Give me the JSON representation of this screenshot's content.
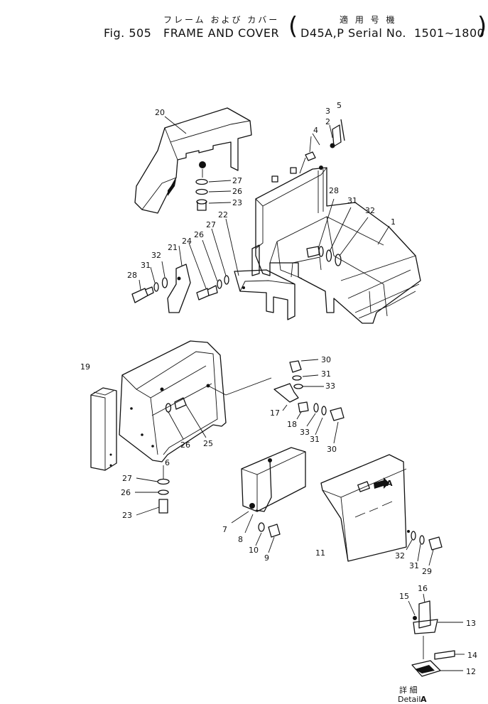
{
  "header": {
    "fig_label": "Fig. 505",
    "title_jp": "フレーム および カバー",
    "title_en": "FRAME AND COVER",
    "applic_jp": "適 用 号 機",
    "model": "D45A,P",
    "serial_label": "Serial No.",
    "serial_range": "1501∼1800"
  },
  "detail": {
    "label_jp": "詳 細",
    "label_en": "Detail",
    "letter": "A"
  },
  "arrow_label": "A",
  "callouts": [
    {
      "id": "c20",
      "text": "20"
    },
    {
      "id": "c4",
      "text": "4"
    },
    {
      "id": "c2",
      "text": "2"
    },
    {
      "id": "c3",
      "text": "3"
    },
    {
      "id": "c5",
      "text": "5"
    },
    {
      "id": "c27a",
      "text": "27"
    },
    {
      "id": "c26a",
      "text": "26"
    },
    {
      "id": "c23a",
      "text": "23"
    },
    {
      "id": "c28a",
      "text": "28"
    },
    {
      "id": "c31a",
      "text": "31"
    },
    {
      "id": "c32a",
      "text": "32"
    },
    {
      "id": "c1",
      "text": "1"
    },
    {
      "id": "c22",
      "text": "22"
    },
    {
      "id": "c27b",
      "text": "27"
    },
    {
      "id": "c26b",
      "text": "26"
    },
    {
      "id": "c24",
      "text": "24"
    },
    {
      "id": "c21",
      "text": "21"
    },
    {
      "id": "c32b",
      "text": "32"
    },
    {
      "id": "c31b",
      "text": "31"
    },
    {
      "id": "c28b",
      "text": "28"
    },
    {
      "id": "c19",
      "text": "19"
    },
    {
      "id": "c30a",
      "text": "30"
    },
    {
      "id": "c31c",
      "text": "31"
    },
    {
      "id": "c33a",
      "text": "33"
    },
    {
      "id": "c17",
      "text": "17"
    },
    {
      "id": "c18",
      "text": "18"
    },
    {
      "id": "c33b",
      "text": "33"
    },
    {
      "id": "c31d",
      "text": "31"
    },
    {
      "id": "c30b",
      "text": "30"
    },
    {
      "id": "c25",
      "text": "25"
    },
    {
      "id": "c26c",
      "text": "26"
    },
    {
      "id": "c6",
      "text": "6"
    },
    {
      "id": "c27c",
      "text": "27"
    },
    {
      "id": "c26d",
      "text": "26"
    },
    {
      "id": "c23b",
      "text": "23"
    },
    {
      "id": "c7",
      "text": "7"
    },
    {
      "id": "c8",
      "text": "8"
    },
    {
      "id": "c10",
      "text": "10"
    },
    {
      "id": "c9",
      "text": "9"
    },
    {
      "id": "c11",
      "text": "11"
    },
    {
      "id": "c32c",
      "text": "32"
    },
    {
      "id": "c31e",
      "text": "31"
    },
    {
      "id": "c29",
      "text": "29"
    },
    {
      "id": "c16",
      "text": "16"
    },
    {
      "id": "c15",
      "text": "15"
    },
    {
      "id": "c13",
      "text": "13"
    },
    {
      "id": "c14",
      "text": "14"
    },
    {
      "id": "c12",
      "text": "12"
    }
  ]
}
